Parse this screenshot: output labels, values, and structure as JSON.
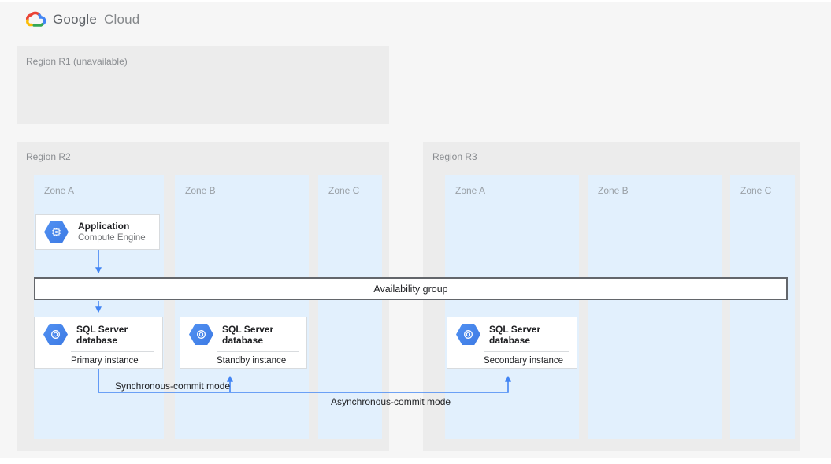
{
  "header": {
    "logo_icon": "google-cloud-logo-icon",
    "logo_text_google": "Google",
    "logo_text_cloud": "Cloud"
  },
  "regions": {
    "r1": {
      "label": "Region R1 (unavailable)"
    },
    "r2": {
      "label": "Region R2",
      "zones": [
        "Zone A",
        "Zone B",
        "Zone C"
      ]
    },
    "r3": {
      "label": "Region R3",
      "zones": [
        "Zone A",
        "Zone B",
        "Zone C"
      ]
    }
  },
  "nodes": {
    "application": {
      "title": "Application",
      "subtitle": "Compute Engine",
      "icon": "compute-engine-icon"
    },
    "availability_group": {
      "label": "Availability group"
    },
    "sql_primary": {
      "title": "SQL Server database",
      "instance": "Primary instance",
      "icon": "sql-server-icon"
    },
    "sql_standby": {
      "title": "SQL Server database",
      "instance": "Standby instance",
      "icon": "sql-server-icon"
    },
    "sql_secondary": {
      "title": "SQL Server database",
      "instance": "Secondary instance",
      "icon": "sql-server-icon"
    }
  },
  "connections": {
    "sync_label": "Synchronous-commit mode",
    "async_label": "Asynchronous-commit mode"
  },
  "colors": {
    "page_bg": "#f6f6f6",
    "region_bg": "#ececec",
    "zone_bg": "#e2f0fd",
    "arrow_blue": "#4285f4",
    "hexagon_blue": "#3d7ae4",
    "hexagon_blue_light": "#5191f2",
    "google_blue": "#4285f4",
    "google_red": "#ea4335",
    "google_yellow": "#fbbc05",
    "google_green": "#34a853"
  }
}
